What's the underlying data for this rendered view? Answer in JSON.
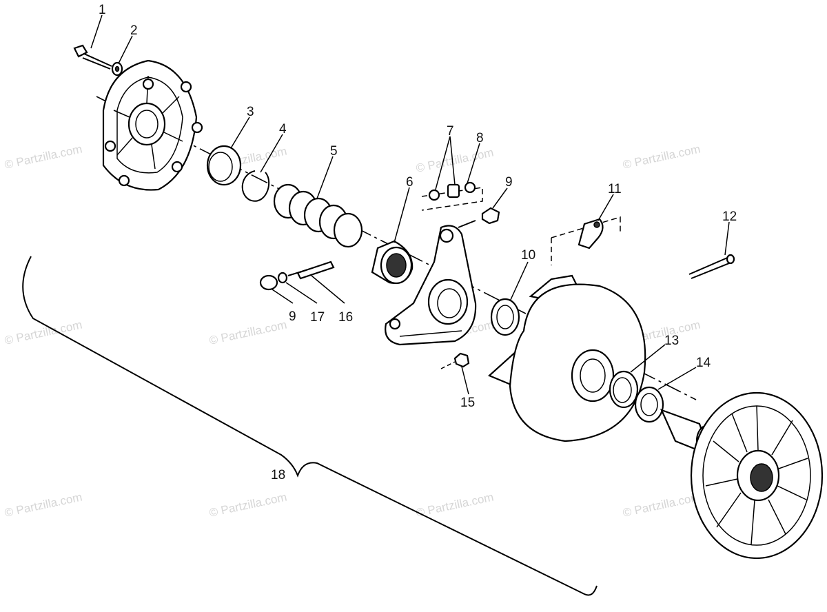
{
  "watermark": "© Partzilla.com",
  "callouts": [
    "1",
    "2",
    "3",
    "4",
    "5",
    "6",
    "7",
    "8",
    "9",
    "9",
    "10",
    "11",
    "12",
    "13",
    "14",
    "15",
    "16",
    "17",
    "18"
  ]
}
